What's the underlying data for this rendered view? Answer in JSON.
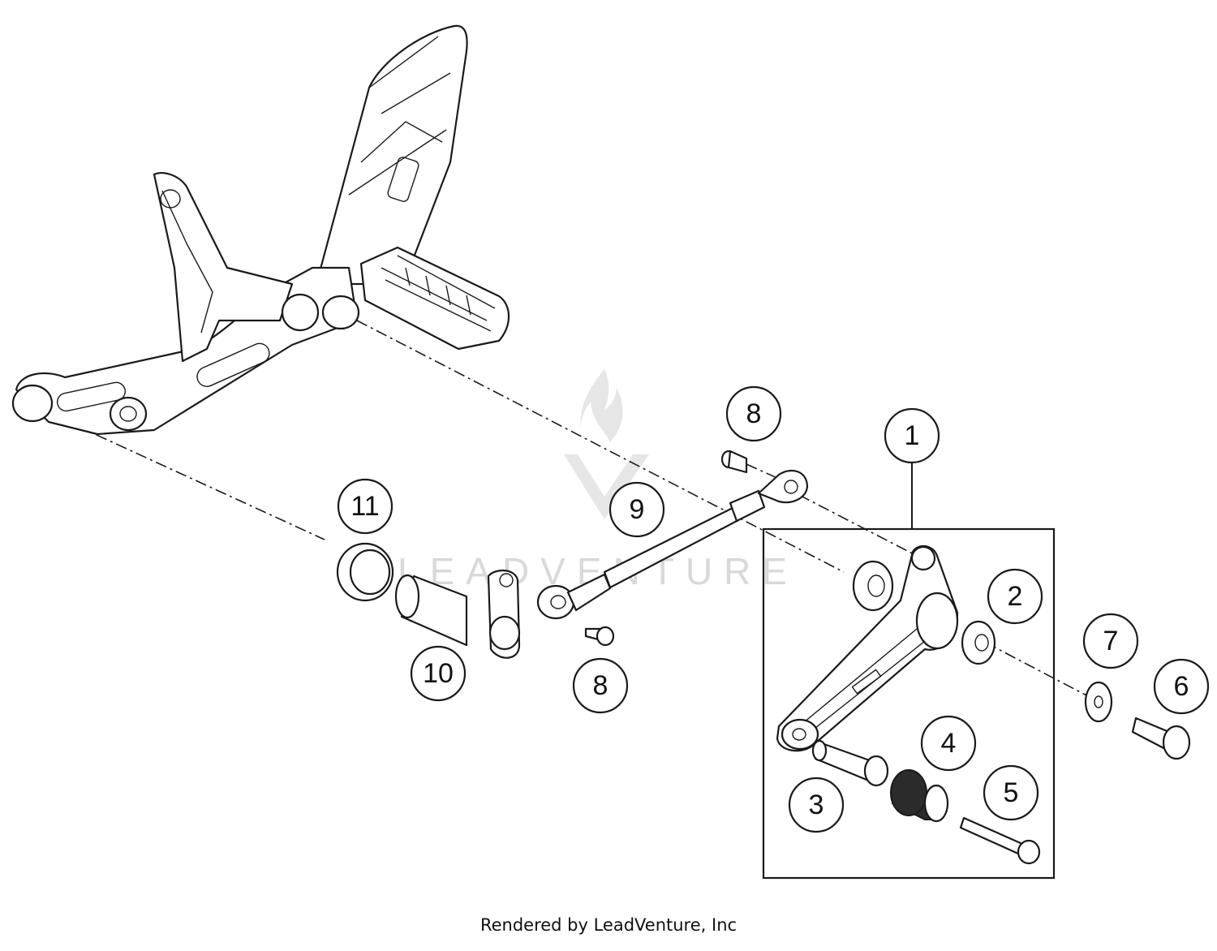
{
  "watermark": {
    "brand": "LEADVENTURE",
    "logo_icon": "flame-v-logo-icon"
  },
  "credit": "Rendered by LeadVenture, Inc",
  "callouts": [
    {
      "id": "1"
    },
    {
      "id": "2"
    },
    {
      "id": "3"
    },
    {
      "id": "4"
    },
    {
      "id": "5"
    },
    {
      "id": "6"
    },
    {
      "id": "7"
    },
    {
      "id": "8"
    },
    {
      "id": "8"
    },
    {
      "id": "9"
    },
    {
      "id": "10"
    },
    {
      "id": "11"
    }
  ],
  "colors": {
    "line": "#1a1a1a",
    "background": "#ffffff",
    "watermark": "#d9d9d9"
  }
}
